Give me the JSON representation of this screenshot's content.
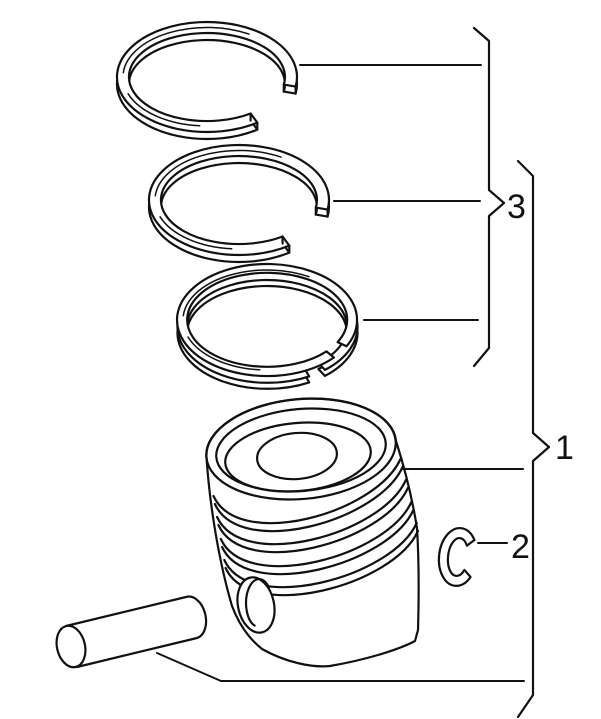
{
  "figure": {
    "background_color": "#ffffff",
    "line_color": "#111111",
    "callouts": {
      "ring_set": {
        "label": "3"
      },
      "piston_assembly": {
        "label": "1"
      },
      "circlip": {
        "label": "2"
      }
    },
    "parts": {
      "ring_top": "compression-ring",
      "ring_middle": "compression-ring",
      "ring_bottom": "oil-scraper-ring",
      "piston": "piston",
      "pin": "piston-pin",
      "clip": "circlip"
    }
  }
}
